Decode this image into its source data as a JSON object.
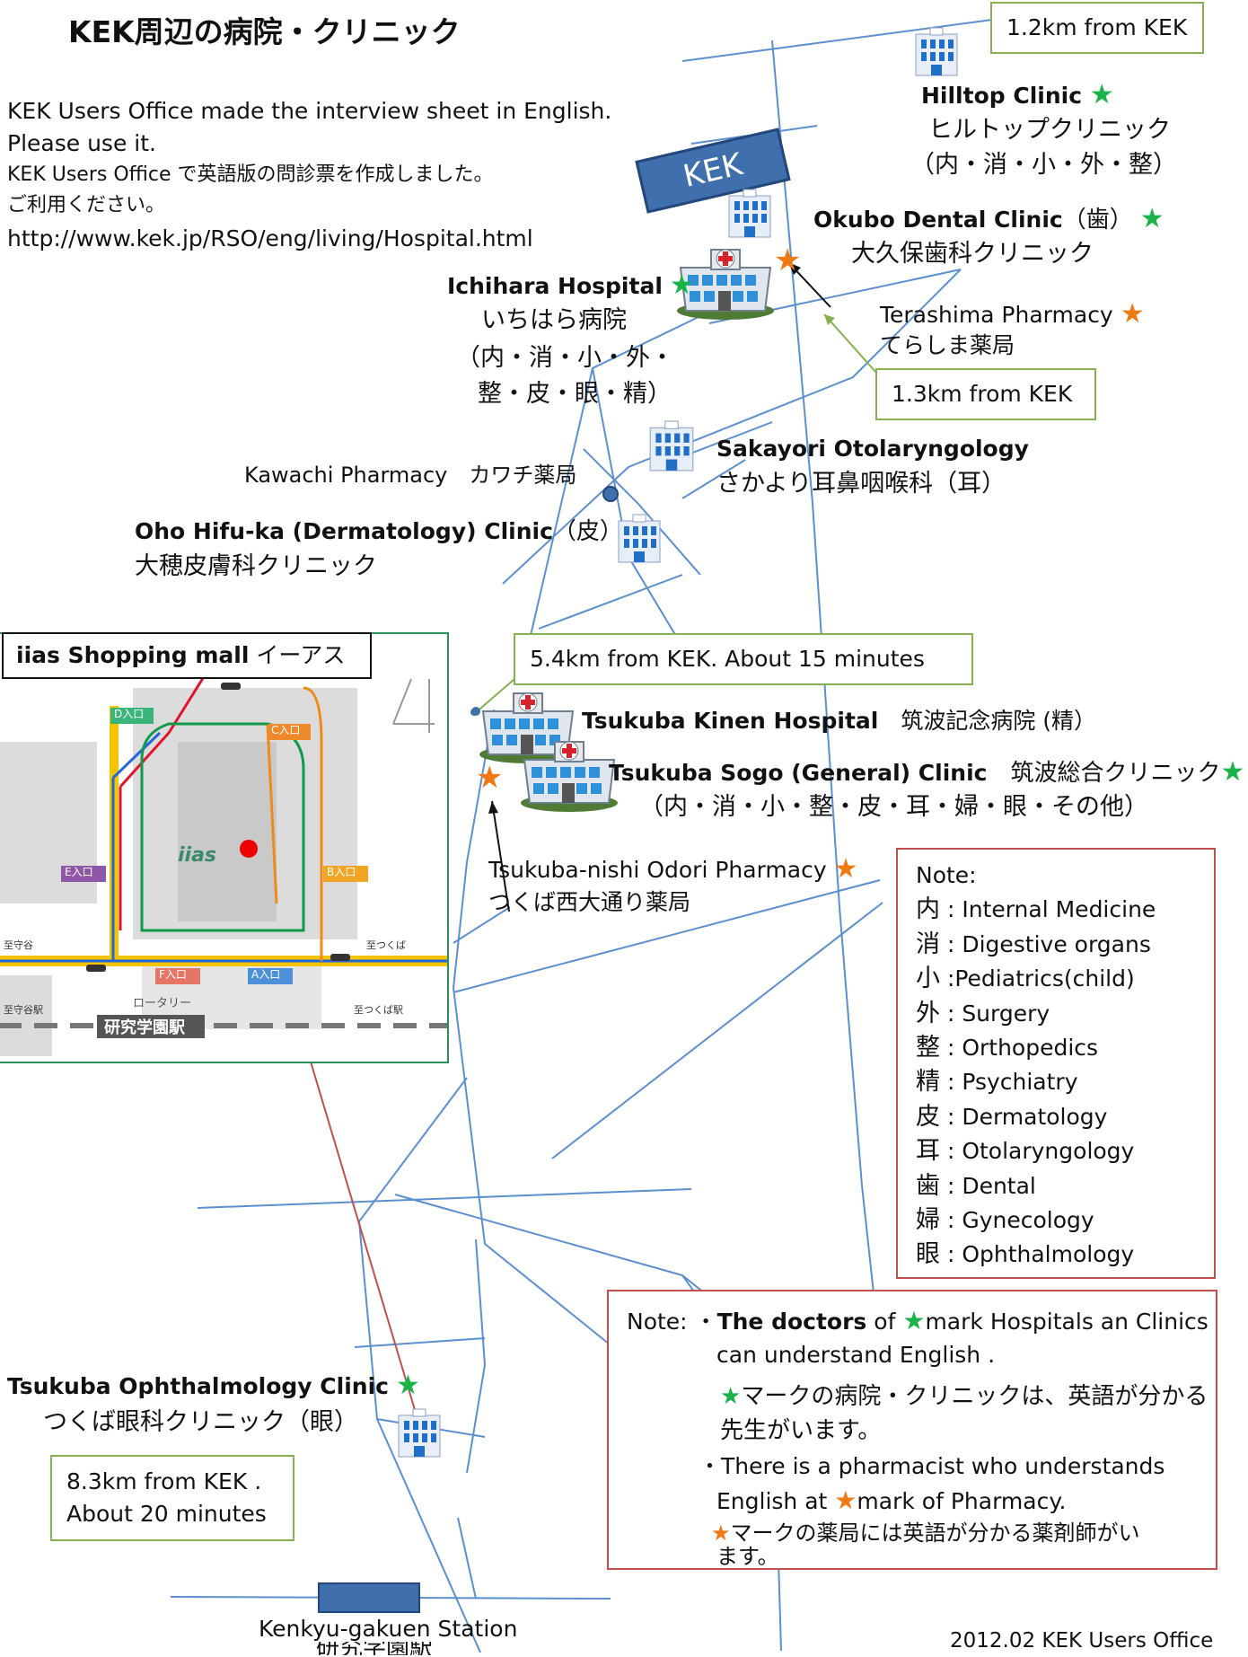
{
  "title": "KEK周辺の病院・クリニック",
  "intro": {
    "line1": "KEK Users Office made the interview sheet in English.",
    "line2": "Please use it.",
    "line3": "KEK Users Office で英語版の問診票を作成しました。",
    "line4": "ご利用ください。",
    "line5": "http://www.kek.jp/RSO/eng/living/Hospital.html"
  },
  "kek_label": "KEK",
  "star": "★",
  "distances": {
    "hilltop": "1.2km from KEK",
    "terashima": "1.3km from KEK",
    "kinen": "5.4km from KEK.  About 15 minutes",
    "ophthalmology_line1": "8.3km from KEK .",
    "ophthalmology_line2": "About 20 minutes"
  },
  "facilities": {
    "hilltop": {
      "en": "Hilltop Clinic",
      "jp": "ヒルトップクリニック",
      "dept": "（内・消・小・外・整）"
    },
    "okubo": {
      "en": "Okubo Dental Clinic",
      "dept": "（歯）",
      "jp": "大久保歯科クリニック"
    },
    "ichihara": {
      "en": "Ichihara Hospital",
      "jp": "いちはら病院",
      "dept1": "（内・消・小・外・",
      "dept2": "整・皮・眼・精）"
    },
    "terashima": {
      "en": "Terashima Pharmacy",
      "jp": "てらしま薬局"
    },
    "sakayori": {
      "en": "Sakayori  Otolaryngology",
      "jp": "さかより耳鼻咽喉科（耳）"
    },
    "kawachi": {
      "label": "Kawachi Pharmacy　カワチ薬局"
    },
    "oho": {
      "en": "Oho Hifu-ka (Dermatology) Clinic",
      "dept": "（皮）",
      "jp": "大穂皮膚科クリニック"
    },
    "kinen": {
      "en": "Tsukuba Kinen Hospital",
      "jp": "　筑波記念病院 (精）"
    },
    "sogo": {
      "en": "Tsukuba Sogo (General) Clinic",
      "jp": "　筑波総合クリニック",
      "dept": "（内・消・小・整・皮・耳・婦・眼・その他）"
    },
    "nishi": {
      "en": "Tsukuba-nishi Odori Pharmacy",
      "jp": "つくば西大通り薬局"
    },
    "ophthalmology": {
      "en": "Tsukuba Ophthalmology Clinic",
      "jp": "つくば眼科クリニック（眼）"
    }
  },
  "iias": {
    "title_en": "iias  Shopping mall",
    "title_jp": "イーアス",
    "logo": "iias",
    "entrances": {
      "a": "A入口",
      "b": "B入口",
      "c": "C入口",
      "d": "D入口",
      "e": "E入口",
      "f": "F入口"
    },
    "rotary": "ロータリー",
    "station": "研究学園駅",
    "to_moriya": "至守谷",
    "to_tsukuba": "至つくば",
    "to_moriya_st": "至守谷駅",
    "to_tsukuba_st": "至つくば駅",
    "floor_mark": "4"
  },
  "legend": {
    "title": "Note:",
    "items": [
      {
        "k": "内",
        "v": " : Internal Medicine"
      },
      {
        "k": "消",
        "v": " : Digestive organs"
      },
      {
        "k": "小",
        "v": " :Pediatrics(child)"
      },
      {
        "k": "外",
        "v": " : Surgery"
      },
      {
        "k": "整",
        "v": " : Orthopedics"
      },
      {
        "k": "精",
        "v": " : Psychiatry"
      },
      {
        "k": "皮",
        "v": " : Dermatology"
      },
      {
        "k": "耳",
        "v": " : Otolaryngology"
      },
      {
        "k": "歯",
        "v": " : Dental"
      },
      {
        "k": "婦",
        "v": " : Gynecology"
      },
      {
        "k": "眼",
        "v": " : Ophthalmology"
      }
    ]
  },
  "note2": {
    "label": "Note:",
    "bullet": "・",
    "doctors_bold": "The doctors",
    "doctors_rest": " of ",
    "doctors_rest2": "mark Hospitals an Clinics",
    "doctors_line2": "can understand English .",
    "doctors_jp1": "マークの病院・クリニックは、英語が分かる",
    "doctors_jp2": "先生がいます。",
    "pharm_line1": "There is a pharmacist who understands",
    "pharm_line2a": "English at ",
    "pharm_line2b": "mark of Pharmacy.",
    "pharm_jp1": "マークの薬局には英語が分かる薬剤師がい",
    "pharm_jp2": "ます。"
  },
  "station": {
    "en": "Kenkyu-gakuen Station",
    "jp": "研究学園駅"
  },
  "footer": "2012.02  KEK Users Office",
  "colors": {
    "road": "#5b8fcf",
    "green_star": "#19b34a",
    "orange_star": "#ef7a14",
    "kek_box": "#3f6fad",
    "note_border": "#c0504d",
    "dist_border": "#86b152",
    "iias_border": "#2f8f5a"
  }
}
